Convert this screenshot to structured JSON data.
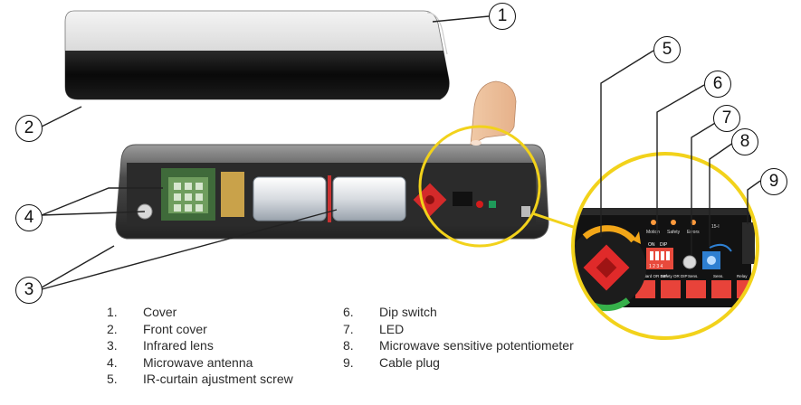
{
  "callouts": [
    {
      "num": "1"
    },
    {
      "num": "2"
    },
    {
      "num": "3"
    },
    {
      "num": "4"
    },
    {
      "num": "5"
    },
    {
      "num": "6"
    },
    {
      "num": "7"
    },
    {
      "num": "8"
    },
    {
      "num": "9"
    }
  ],
  "legend": [
    {
      "num": "1.",
      "label": "Cover"
    },
    {
      "num": "2.",
      "label": "Front cover"
    },
    {
      "num": "3.",
      "label": "Infrared lens"
    },
    {
      "num": "4.",
      "label": "Microwave antenna"
    },
    {
      "num": "5.",
      "label": "IR-curtain ajustment screw"
    },
    {
      "num": "6.",
      "label": "Dip switch"
    },
    {
      "num": "7.",
      "label": "LED"
    },
    {
      "num": "8.",
      "label": "Microwave sensitive potentiometer"
    },
    {
      "num": "9.",
      "label": "Cable plug"
    }
  ],
  "board": {
    "dip_labels": [
      "ON",
      "DIP"
    ],
    "dip_numbers": "1 2 3 4",
    "led_labels": [
      "Motion",
      "Safety",
      "Errors"
    ],
    "model": "15-I",
    "terminal_labels": [
      "Standard OR DIP",
      "Safety OR DIP",
      "Sens.",
      "Sens.",
      "Relay"
    ]
  },
  "colors": {
    "highlight_ring": "#f2d21b",
    "red_screw": "#e02a2a",
    "housing": "#3a3a3a",
    "board_dark": "#141414",
    "terminal": "#e8433a"
  }
}
